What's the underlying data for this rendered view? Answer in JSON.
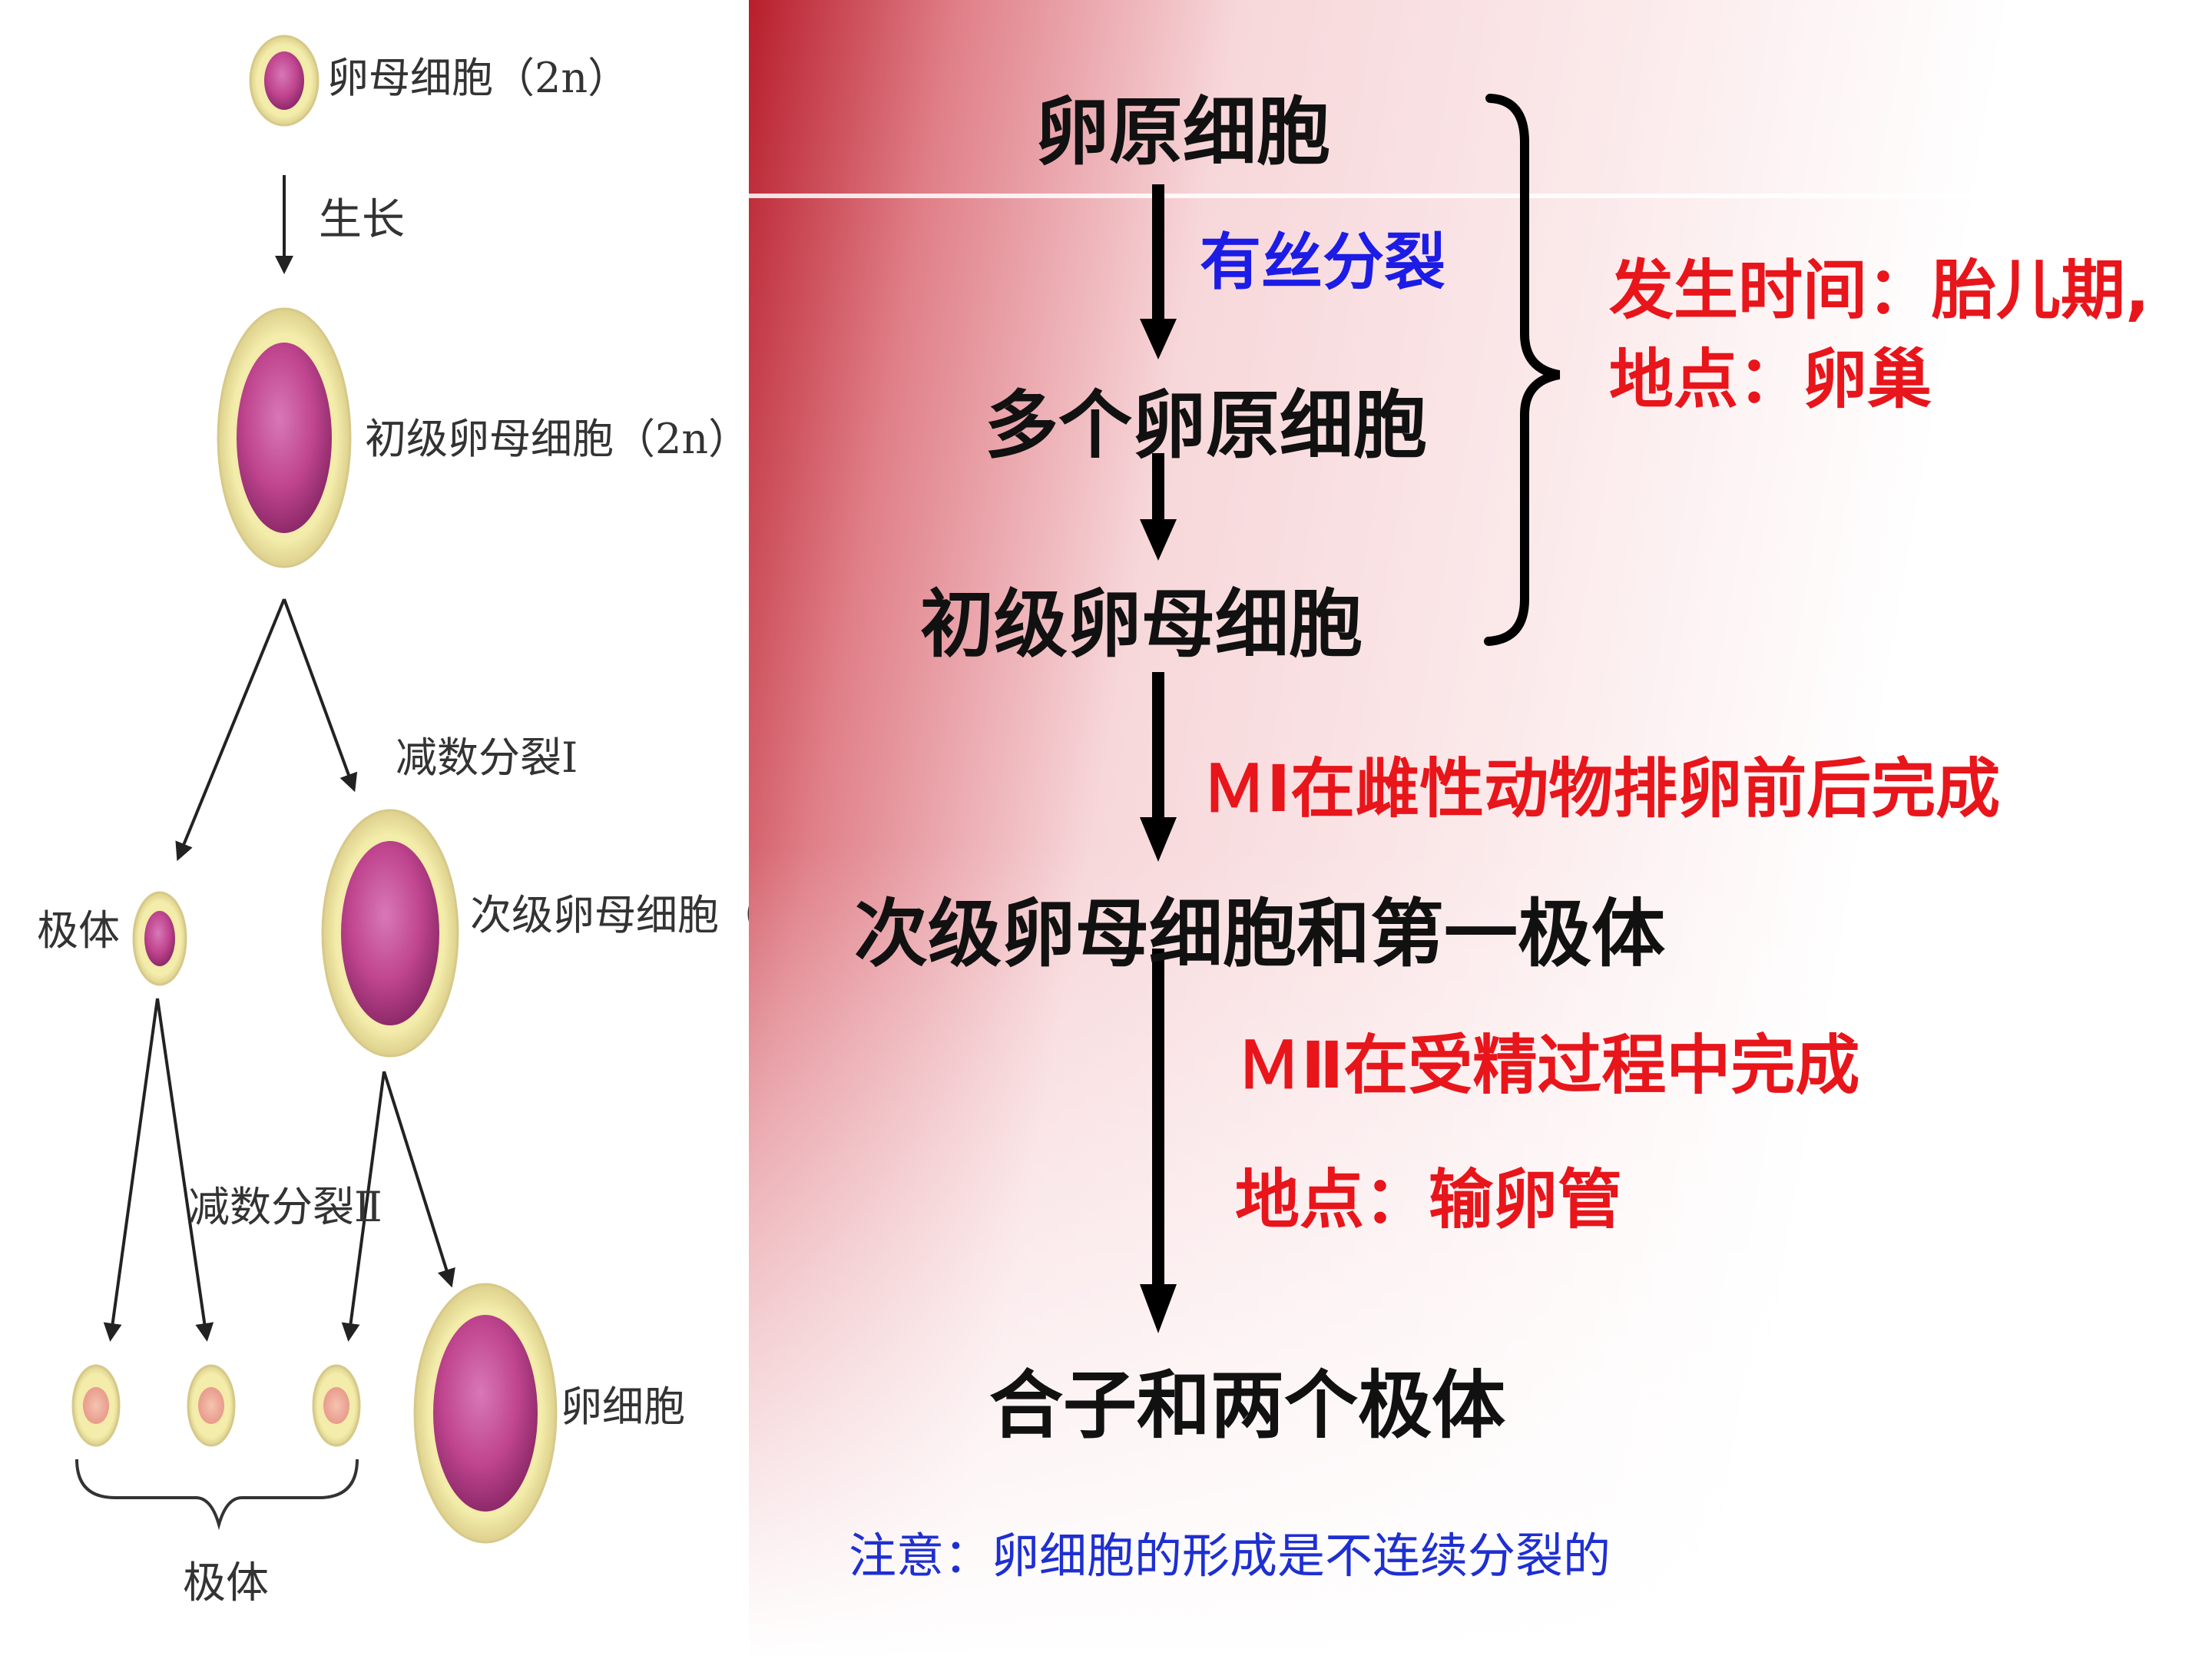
{
  "left_diagram": {
    "labels": {
      "oogonium": "卵母细胞（2n）",
      "growth": "生长",
      "primary": "初级卵母细胞（2n）",
      "meiosis1": "减数分裂Ⅰ",
      "polar_body": "极体",
      "secondary": "次级卵母细胞（n）",
      "meiosis2": "减数分裂Ⅱ",
      "egg": "卵细胞",
      "polar_bodies": "极体"
    },
    "colors": {
      "cytoplasm": "#c0458f",
      "membrane": "#f3ecaa",
      "outline": "#d6c98a"
    }
  },
  "flow": {
    "step1": "卵原细胞",
    "mitosis": "有丝分裂",
    "step2": "多个卵原细胞",
    "step3": "初级卵母细胞",
    "bracket_line1": "发生时间：胎儿期,",
    "bracket_line2": "地点：卵巢",
    "m1": "ＭⅠ在雌性动物排卵前后完成",
    "step4": "次级卵母细胞和第一极体",
    "m2": "ＭⅡ在受精过程中完成",
    "m2_place": "地点：输卵管",
    "step5": "合子和两个极体",
    "note": "注意：卵细胞的形成是不连续分裂的"
  },
  "colors": {
    "red": "#e8151b",
    "blue": "#1c1ce6",
    "black": "#111111",
    "band": "#b81e2c"
  }
}
